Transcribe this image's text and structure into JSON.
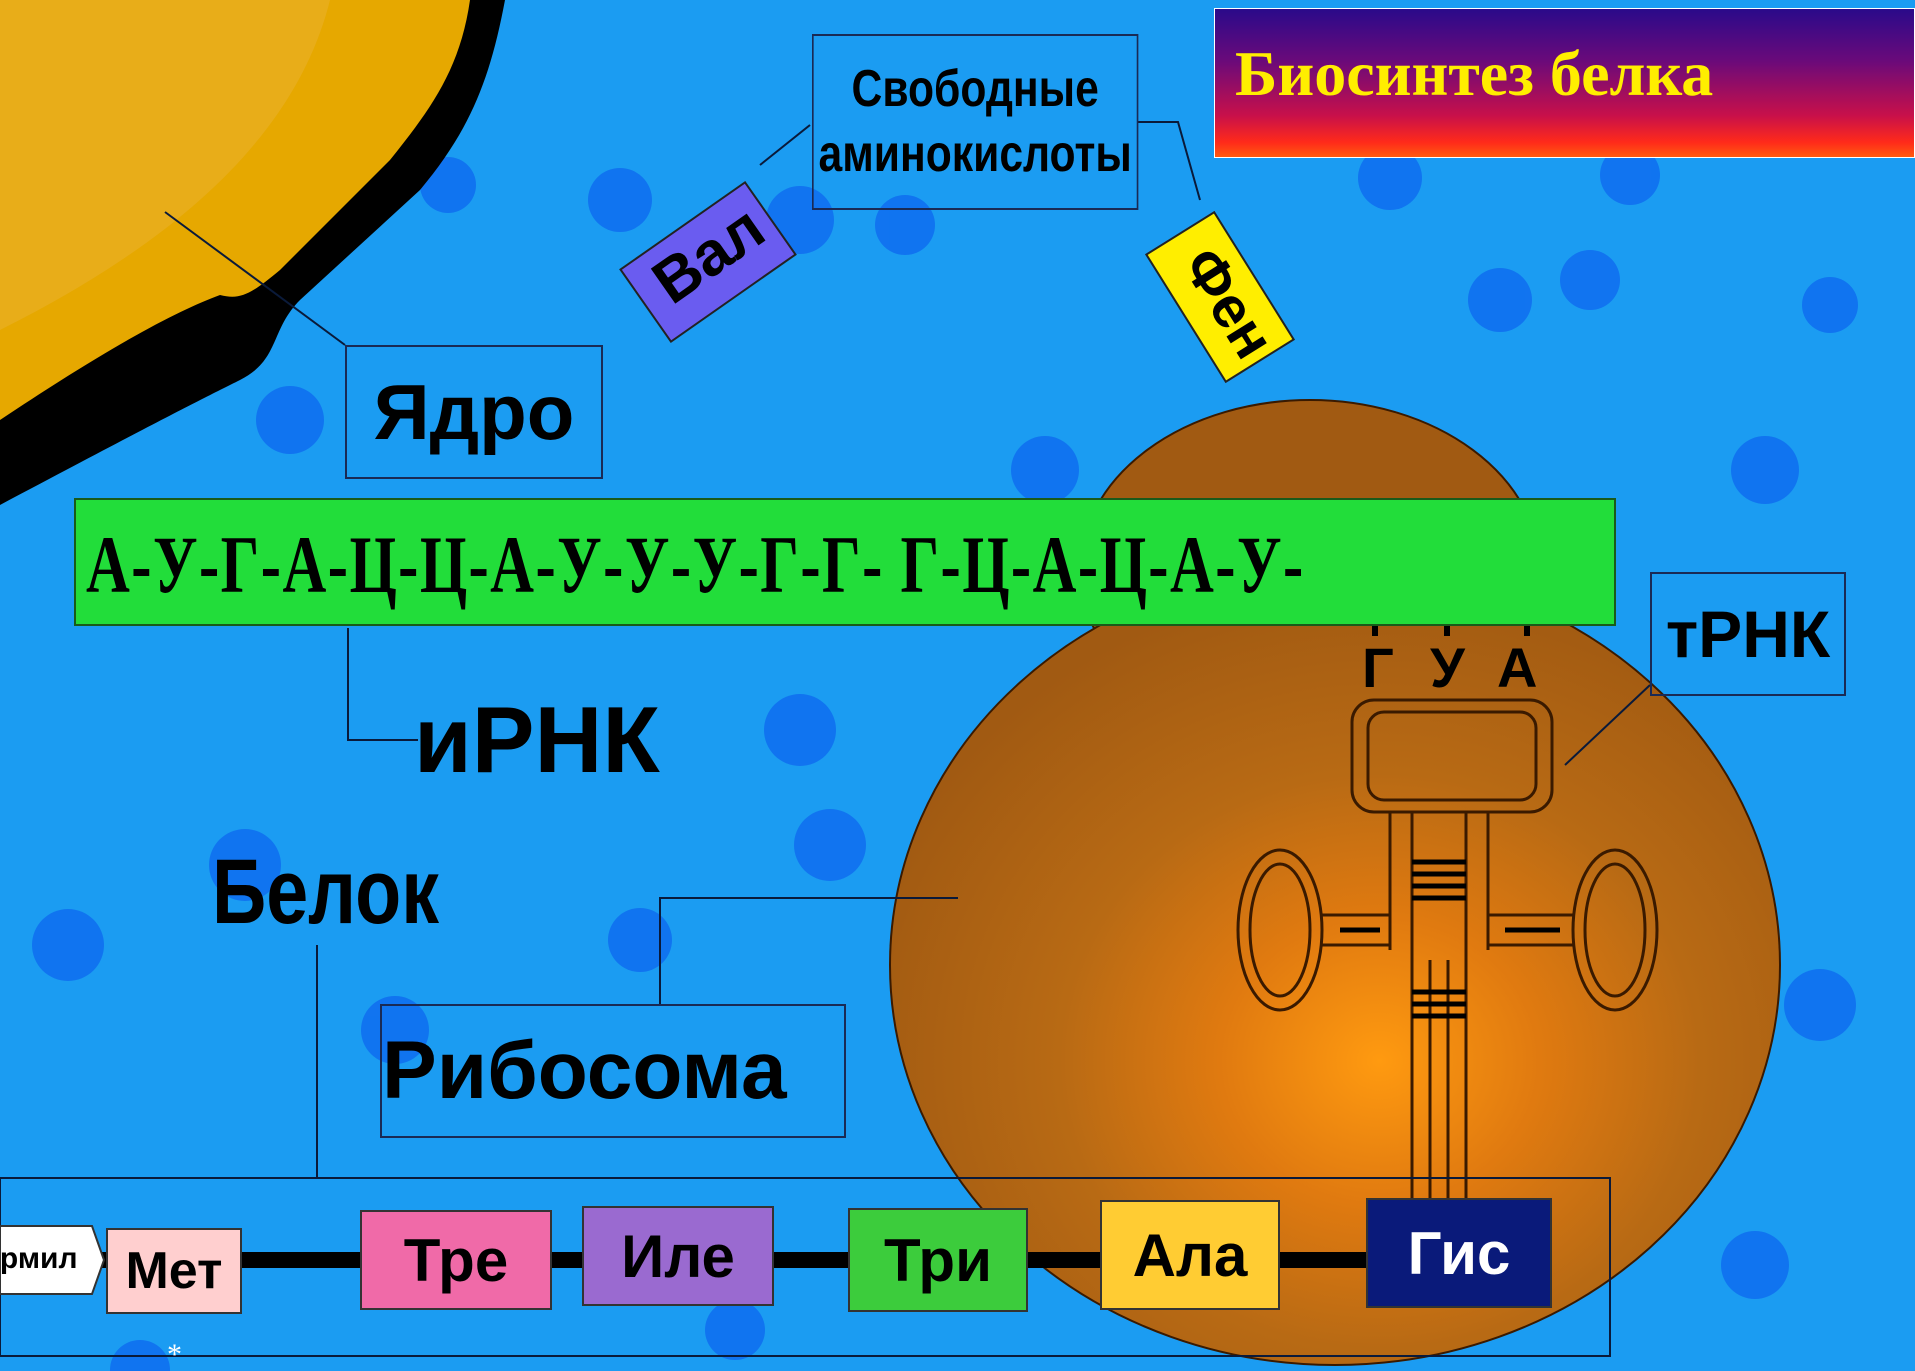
{
  "title": "Биосинтез белка",
  "labels": {
    "free_amino_acids": [
      "Свободные",
      "аминокислоты"
    ],
    "nucleus": "Ядро",
    "mrna": "иРНК",
    "trna": "тРНК",
    "protein": "Белок",
    "ribosome": "Рибосома"
  },
  "mrna_sequence": "А-У-Г-А-Ц-Ц-А-У-У-У-Г-Г- Г-Ц-А-Ц-А-У-",
  "anticodon": [
    "Г",
    "У",
    "А"
  ],
  "free_amino_acid_tags": [
    "Вал",
    "Фен"
  ],
  "protein_chain": {
    "start_tag": "Формил",
    "amino_acids": [
      "Мет",
      "Тре",
      "Иле",
      "Три",
      "Ала",
      "Гис"
    ]
  },
  "colors": {
    "background": "#1b9cf2",
    "nucleus": "#e6a800",
    "ribosome": "#a15a12",
    "mrna_bar": "#22dd3a",
    "title_text": "#ffee00",
    "amino_acids": [
      "#ffcfcf",
      "#f06aa8",
      "#9a6ad0",
      "#3ccc3c",
      "#ffcc33",
      "#0a1a7a"
    ]
  },
  "footer_mark": "*"
}
